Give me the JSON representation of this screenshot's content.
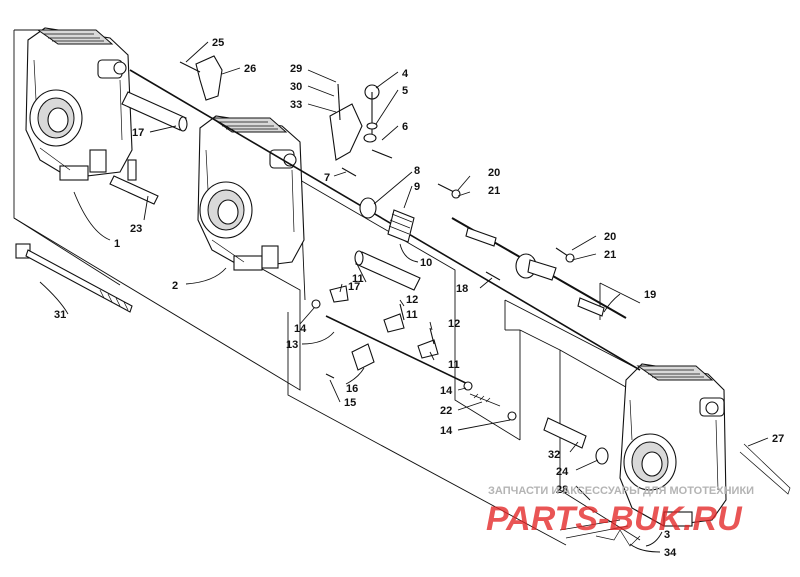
{
  "diagram": {
    "callouts": [
      "1",
      "2",
      "3",
      "4",
      "5",
      "6",
      "7",
      "8",
      "9",
      "10",
      "11",
      "11",
      "11",
      "12",
      "12",
      "13",
      "14",
      "14",
      "14",
      "15",
      "16",
      "17",
      "17",
      "18",
      "19",
      "20",
      "20",
      "21",
      "21",
      "22",
      "23",
      "24",
      "25",
      "26",
      "27",
      "28",
      "29",
      "30",
      "31",
      "32",
      "33",
      "34"
    ]
  },
  "watermark": {
    "tagline": "ЗАПЧАСТИ И АКСЕССУАРЫ ДЛЯ МОТОТЕХНИКИ",
    "logo": "PARTS-BUK.RU",
    "color": "#e32525"
  }
}
